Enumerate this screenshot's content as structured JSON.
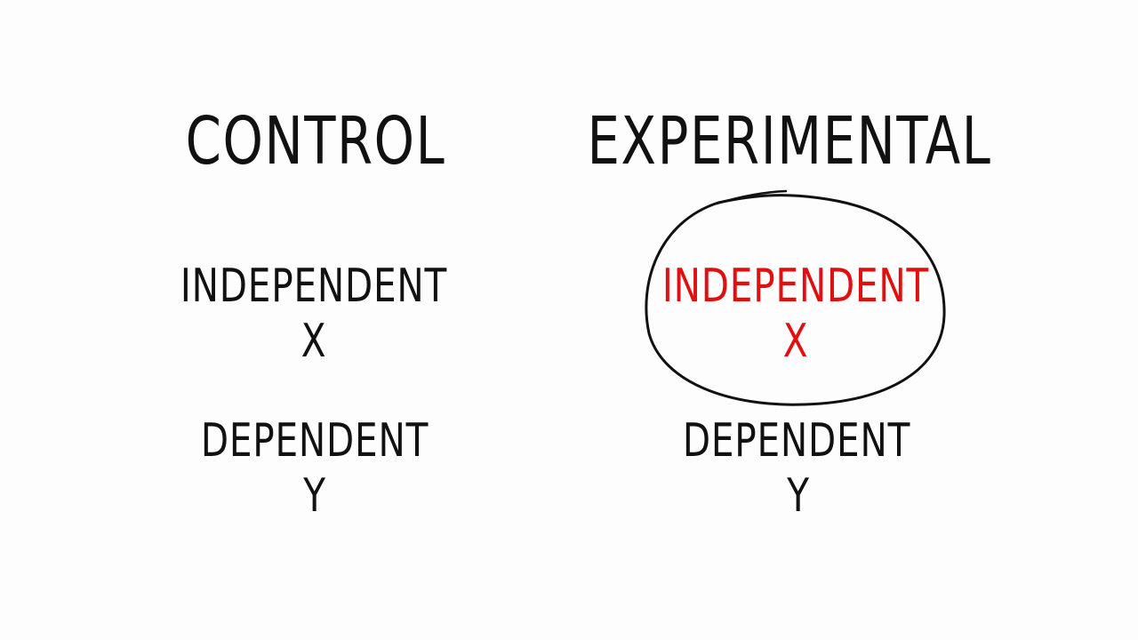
{
  "control": {
    "heading": "CONTROL",
    "independent_label": "INDEPENDENT",
    "independent_var": "X",
    "dependent_label": "DEPENDENT",
    "dependent_var": "Y"
  },
  "experimental": {
    "heading": "EXPERIMENTAL",
    "independent_label": "INDEPENDENT",
    "independent_var": "X",
    "dependent_label": "DEPENDENT",
    "dependent_var": "Y"
  },
  "colors": {
    "ink": "#111111",
    "highlight": "#e01010",
    "background": "#fdfdfd"
  }
}
